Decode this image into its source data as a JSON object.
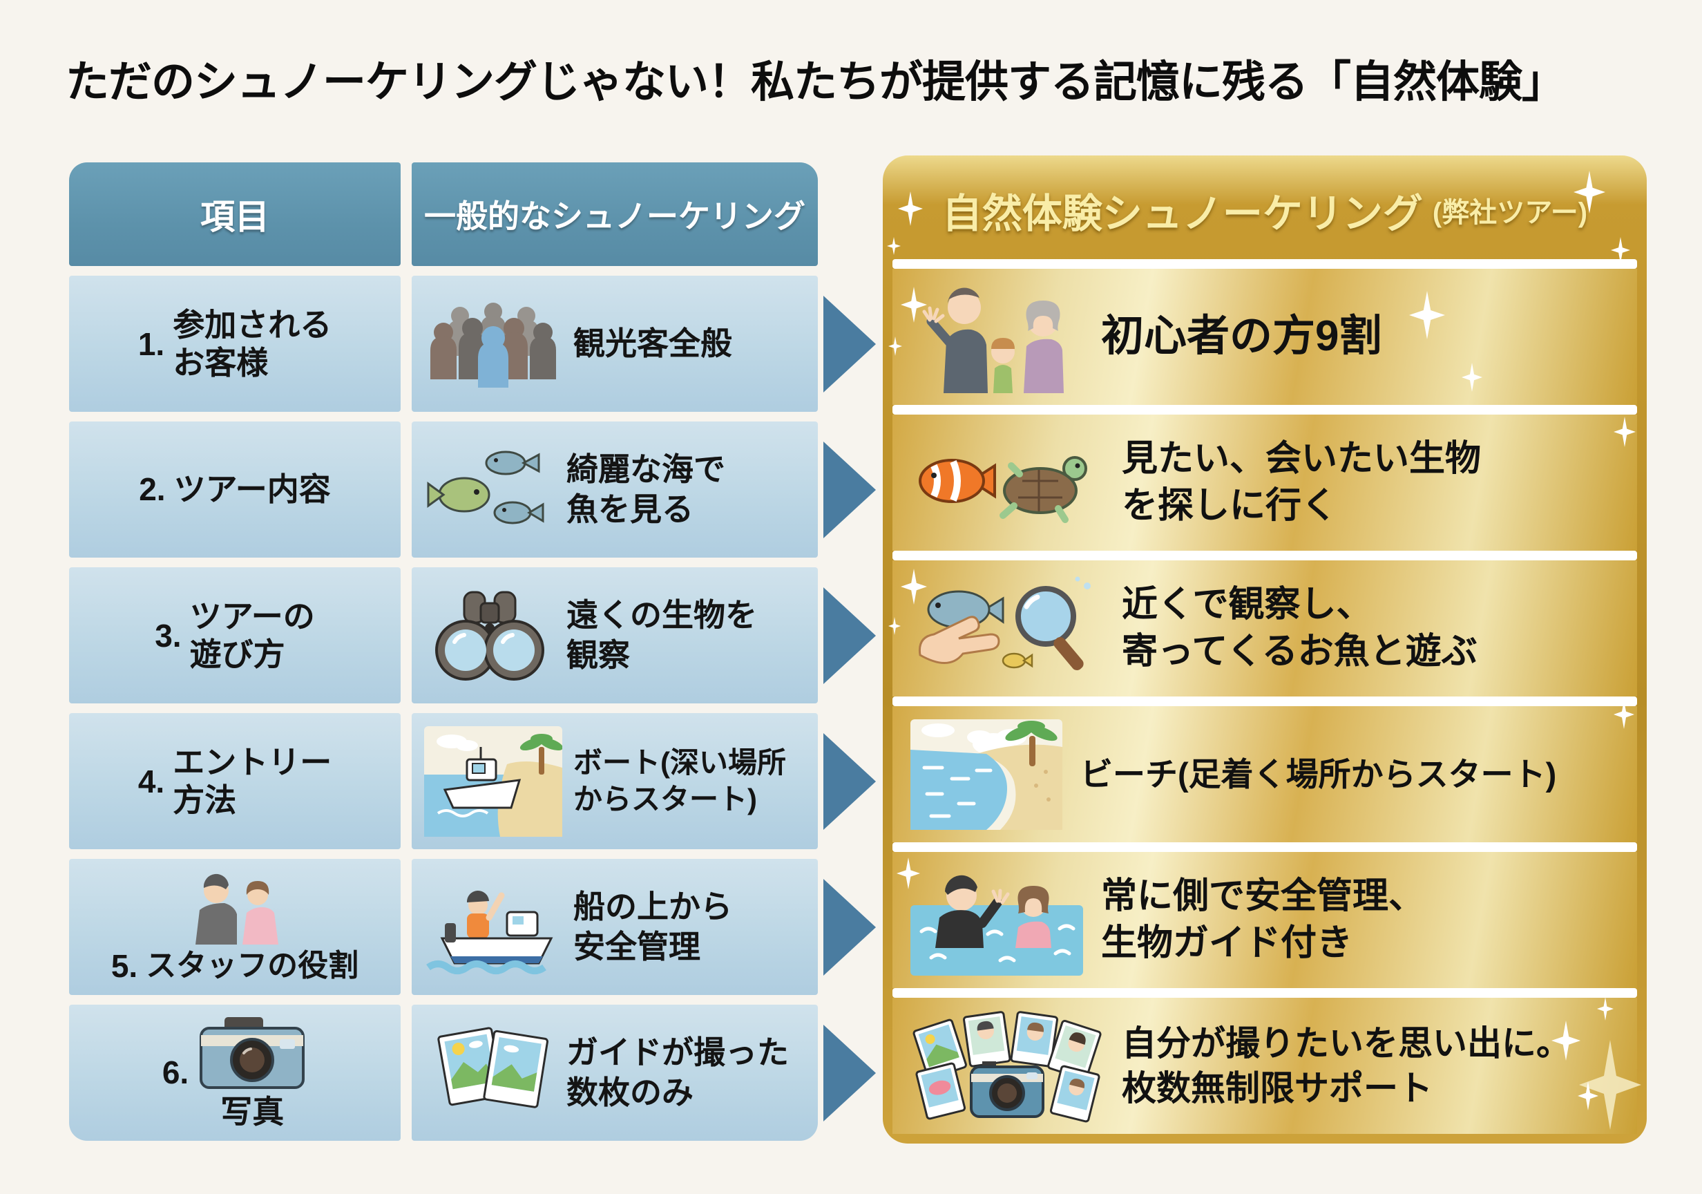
{
  "title": "ただのシュノーケリングじゃない！私たちが提供する記憶に残る「自然体験」",
  "table": {
    "headers": {
      "item": "項目",
      "general": "一般的なシュノーケリング",
      "nature": "自然体験シュノーケリング",
      "nature_suffix": "(弊社ツアー)"
    },
    "rows": [
      {
        "number": "1.",
        "item_lines": [
          "参加される",
          "お客様"
        ],
        "general": {
          "icon": "crowd-icon",
          "lines": [
            "観光客全般"
          ]
        },
        "nature": {
          "icon": "family-icon",
          "lines": [
            "初心者の方9割"
          ]
        }
      },
      {
        "number": "2.",
        "item_lines": [
          "ツアー内容"
        ],
        "general": {
          "icon": "fish-school-icon",
          "lines": [
            "綺麗な海で",
            "魚を見る"
          ]
        },
        "nature": {
          "icon": "clownfish-turtle-icon",
          "lines": [
            "見たい、会いたい生物",
            "を探しに行く"
          ]
        }
      },
      {
        "number": "3.",
        "item_lines": [
          "ツアーの",
          "遊び方"
        ],
        "general": {
          "icon": "binoculars-icon",
          "lines": [
            "遠くの生物を",
            "観察"
          ]
        },
        "nature": {
          "icon": "hand-fish-magnifier-icon",
          "lines": [
            "近くで観察し、",
            "寄ってくるお魚と遊ぶ"
          ]
        }
      },
      {
        "number": "4.",
        "item_lines": [
          "エントリー",
          "方法"
        ],
        "general": {
          "icon": "boat-beach-icon",
          "lines": [
            "ボート(深い場所",
            "からスタート)"
          ]
        },
        "nature": {
          "icon": "beach-icon",
          "lines": [
            "ビーチ(足着く場所からスタート)"
          ]
        }
      },
      {
        "number": "5.",
        "item_lines": [
          "スタッフの役割"
        ],
        "item_icon": "staff-pair-icon",
        "general": {
          "icon": "boat-guide-icon",
          "lines": [
            "船の上から",
            "安全管理"
          ]
        },
        "nature": {
          "icon": "water-guide-icon",
          "lines": [
            "常に側で安全管理、",
            "生物ガイド付き"
          ]
        }
      },
      {
        "number": "6.",
        "item_lines": [
          "写真"
        ],
        "item_icon": "camera-icon",
        "general": {
          "icon": "photos-icon",
          "lines": [
            "ガイドが撮った",
            "数枚のみ"
          ]
        },
        "nature": {
          "icon": "camera-photos-icon",
          "lines": [
            "自分が撮りたいを思い出に。",
            "枚数無制限サポート"
          ]
        }
      }
    ]
  },
  "colors": {
    "background": "#f7f4ee",
    "header_blue": "#5d92ab",
    "cell_blue": "#bdd7e5",
    "arrow_blue": "#4a7ca0",
    "gold_dark": "#b78d27",
    "gold_light": "#f7efc6",
    "gold_header_text": "#f9eda8",
    "text_black": "#111111"
  }
}
